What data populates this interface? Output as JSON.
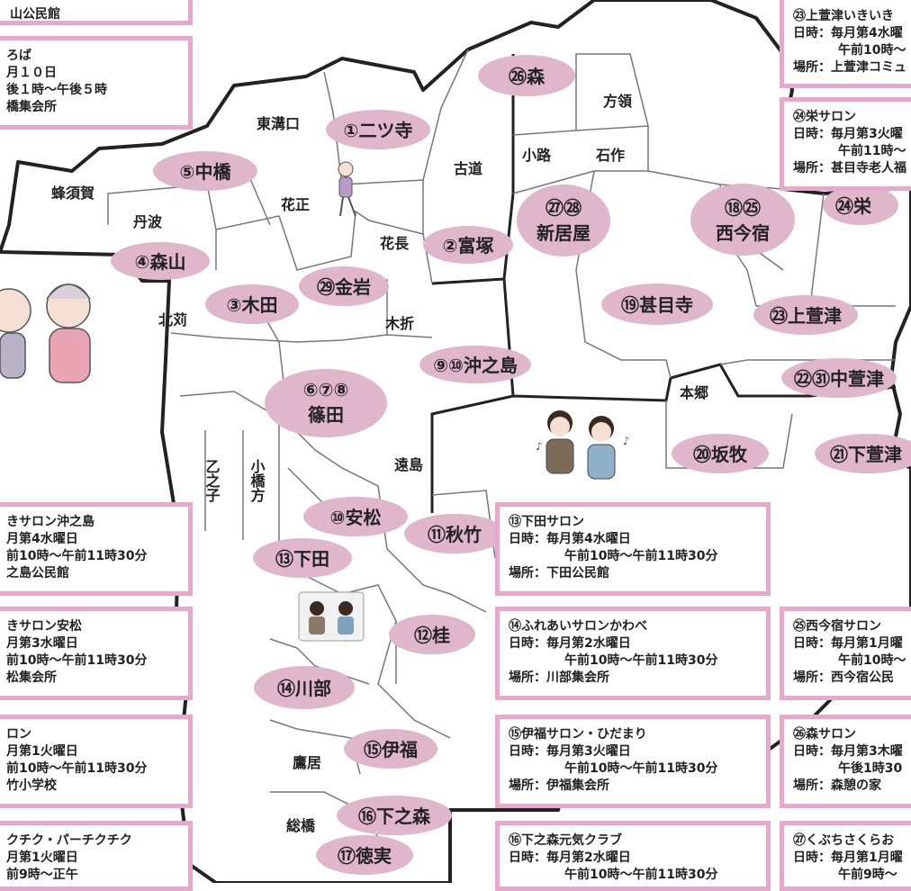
{
  "colors": {
    "pill": "#dfb6ca",
    "frame": "#eaa7cc",
    "boundary": "#222222",
    "inner": "#777777"
  },
  "map_title_partial": "山公民館",
  "areas": [
    {
      "id": "a1",
      "label": "東溝口"
    },
    {
      "id": "a2",
      "label": "蜂須賀"
    },
    {
      "id": "a3",
      "label": "丹波"
    },
    {
      "id": "a4",
      "label": "花正"
    },
    {
      "id": "a5",
      "label": "花長"
    },
    {
      "id": "a6",
      "label": "古道"
    },
    {
      "id": "a7",
      "label": "北苅"
    },
    {
      "id": "a8",
      "label": "木折"
    },
    {
      "id": "a9",
      "label": "小路"
    },
    {
      "id": "a10",
      "label": "石作"
    },
    {
      "id": "a11",
      "label": "方領"
    },
    {
      "id": "a12",
      "label": "本郷"
    },
    {
      "id": "a13",
      "label": "遠島"
    },
    {
      "id": "a14",
      "label": "乙之子"
    },
    {
      "id": "a15",
      "label": "小橋方"
    },
    {
      "id": "a16",
      "label": "鷹居"
    },
    {
      "id": "a17",
      "label": "総橋"
    }
  ],
  "salons": [
    {
      "id": "s1",
      "label": "①二ツ寺"
    },
    {
      "id": "s2",
      "label": "②富塚"
    },
    {
      "id": "s3",
      "label": "③木田"
    },
    {
      "id": "s4",
      "label": "④森山"
    },
    {
      "id": "s5",
      "label": "⑤中橋"
    },
    {
      "id": "s6",
      "line1": "⑥⑦⑧",
      "line2": "篠田"
    },
    {
      "id": "s9",
      "label": "⑨⑩沖之島"
    },
    {
      "id": "s10",
      "label": "⑩安松"
    },
    {
      "id": "s11",
      "label": "⑪秋竹"
    },
    {
      "id": "s12",
      "label": "⑫桂"
    },
    {
      "id": "s13",
      "label": "⑬下田"
    },
    {
      "id": "s14",
      "label": "⑭川部"
    },
    {
      "id": "s15",
      "label": "⑮伊福"
    },
    {
      "id": "s16",
      "label": "⑯下之森"
    },
    {
      "id": "s17",
      "label": "⑰徳実"
    },
    {
      "id": "s18",
      "line1": "⑱㉕",
      "line2": "西今宿"
    },
    {
      "id": "s19",
      "label": "⑲甚目寺"
    },
    {
      "id": "s20",
      "label": "⑳坂牧"
    },
    {
      "id": "s21",
      "label": "㉑下萱津"
    },
    {
      "id": "s22",
      "label": "㉒㉛中萱津"
    },
    {
      "id": "s23",
      "label": "㉓上萱津"
    },
    {
      "id": "s24",
      "label": "㉔栄"
    },
    {
      "id": "s26",
      "label": "㉖森"
    },
    {
      "id": "s27",
      "line1": "㉗㉘",
      "line2": "新居屋"
    },
    {
      "id": "s29",
      "label": "㉙金岩"
    }
  ],
  "info_boxes": {
    "b_top_left": {
      "lines": [
        "ろば",
        "月１０日",
        "後１時～午後５時",
        "橋集会所"
      ]
    },
    "b_left1": {
      "lines": [
        "きサロン沖之島",
        "月第4水曜日",
        "前10時～午前11時30分",
        "之島公民館"
      ]
    },
    "b_left2": {
      "lines": [
        "きサロン安松",
        "月第3水曜日",
        "前10時～午前11時30分",
        "松集会所"
      ]
    },
    "b_left3": {
      "lines": [
        "ロン",
        "月第1火曜日",
        "前10時～午前11時30分",
        "竹小学校"
      ]
    },
    "b_left4": {
      "lines": [
        "クチク・パーチクチク",
        "月第1火曜日",
        "前9時～正午"
      ]
    },
    "b13": {
      "title": "⑬下田サロン",
      "day": "日時：毎月第4水曜日",
      "time": "午前10時～午前11時30分",
      "place": "場所：下田公民館"
    },
    "b14": {
      "title": "⑭ふれあいサロンかわべ",
      "day": "日時：毎月第2水曜日",
      "time": "午前10時～午前11時30分",
      "place": "場所：川部集会所"
    },
    "b15": {
      "title": "⑮伊福サロン・ひだまり",
      "day": "日時：毎月第3火曜日",
      "time": "午前10時～午前11時30分",
      "place": "場所：伊福集会所"
    },
    "b16": {
      "title": "⑯下之森元気クラブ",
      "day": "日時：毎月第2水曜日",
      "time": "午前10時～午前11時30分"
    },
    "b23": {
      "title": "㉓上萱津いきいき",
      "day": "日時：毎月第4水曜",
      "time": "午前10時～",
      "place": "場所：上萱津コミュ"
    },
    "b24": {
      "title": "㉔栄サロン",
      "day": "日時：毎月第3火曜",
      "time": "午前11時～",
      "place": "場所：甚目寺老人福"
    },
    "b25": {
      "title": "㉕西今宿サロン",
      "day": "日時：毎月第1月曜",
      "time": "午前10時～",
      "place": "場所：西今宿公民"
    },
    "b26": {
      "title": "㉖森サロン",
      "day": "日時：毎月第3木曜",
      "time": "午後1時30",
      "place": "場所：森憩の家"
    },
    "b27": {
      "title": "㉗くぶちさくらお",
      "day": "日時：毎月第1月曜",
      "time": "午前9時～"
    }
  },
  "illustrations": [
    {
      "id": "elderly-pair-icon"
    },
    {
      "id": "walking-woman-icon"
    },
    {
      "id": "singing-pair-icon"
    },
    {
      "id": "chatting-pair-icon"
    }
  ]
}
